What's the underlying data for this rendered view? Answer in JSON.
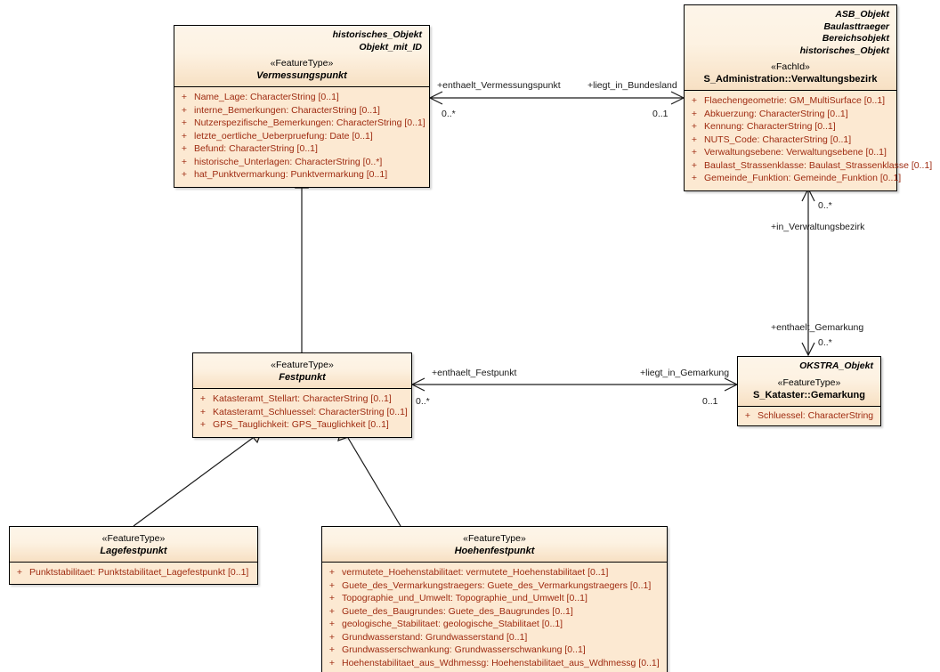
{
  "diagram": {
    "type": "uml-class-diagram",
    "title": "Vermessungspunkt / Festpunkt UML class diagram"
  },
  "classes": [
    {
      "id": "vermessungspunkt",
      "parents": [
        "historisches_Objekt",
        "Objekt_mit_ID"
      ],
      "stereotype": "«FeatureType»",
      "name": "Vermessungspunkt",
      "name_italic": true,
      "attributes": [
        {
          "vis": "+",
          "text": "Name_Lage: CharacterString [0..1]"
        },
        {
          "vis": "+",
          "text": "interne_Bemerkungen: CharacterString [0..1]"
        },
        {
          "vis": "+",
          "text": "Nutzerspezifische_Bemerkungen: CharacterString [0..1]"
        },
        {
          "vis": "+",
          "text": "letzte_oertliche_Ueberpruefung: Date [0..1]"
        },
        {
          "vis": "+",
          "text": "Befund: CharacterString [0..1]"
        },
        {
          "vis": "+",
          "text": "historische_Unterlagen: CharacterString [0..*]"
        },
        {
          "vis": "+",
          "text": "hat_Punktvermarkung: Punktvermarkung [0..1]"
        }
      ]
    },
    {
      "id": "verwaltungsbezirk",
      "parents": [
        "ASB_Objekt",
        "Baulasttraeger",
        "Bereichsobjekt",
        "historisches_Objekt"
      ],
      "stereotype": "«FachId»",
      "name": "S_Administration::Verwaltungsbezirk",
      "name_italic": false,
      "attributes": [
        {
          "vis": "+",
          "text": "Flaechengeometrie: GM_MultiSurface [0..1]"
        },
        {
          "vis": "+",
          "text": "Abkuerzung: CharacterString [0..1]"
        },
        {
          "vis": "+",
          "text": "Kennung: CharacterString [0..1]"
        },
        {
          "vis": "+",
          "text": "NUTS_Code: CharacterString [0..1]"
        },
        {
          "vis": "+",
          "text": "Verwaltungsebene: Verwaltungsebene [0..1]"
        },
        {
          "vis": "+",
          "text": "Baulast_Strassenklasse: Baulast_Strassenklasse [0..1]"
        },
        {
          "vis": "+",
          "text": "Gemeinde_Funktion: Gemeinde_Funktion [0..1]"
        }
      ]
    },
    {
      "id": "festpunkt",
      "parents": [],
      "stereotype": "«FeatureType»",
      "name": "Festpunkt",
      "name_italic": true,
      "attributes": [
        {
          "vis": "+",
          "text": "Katasteramt_Stellart: CharacterString [0..1]"
        },
        {
          "vis": "+",
          "text": "Katasteramt_Schluessel: CharacterString [0..1]"
        },
        {
          "vis": "+",
          "text": "GPS_Tauglichkeit: GPS_Tauglichkeit [0..1]"
        }
      ]
    },
    {
      "id": "gemarkung",
      "parents": [
        "OKSTRA_Objekt"
      ],
      "stereotype": "«FeatureType»",
      "name": "S_Kataster::Gemarkung",
      "name_italic": false,
      "attributes": [
        {
          "vis": "+",
          "text": "Schluessel: CharacterString"
        }
      ]
    },
    {
      "id": "lagefestpunkt",
      "parents": [],
      "stereotype": "«FeatureType»",
      "name": "Lagefestpunkt",
      "name_italic": true,
      "attributes": [
        {
          "vis": "+",
          "text": "Punktstabilitaet: Punktstabilitaet_Lagefestpunkt [0..1]"
        }
      ]
    },
    {
      "id": "hoehenfestpunkt",
      "parents": [],
      "stereotype": "«FeatureType»",
      "name": "Hoehenfestpunkt",
      "name_italic": true,
      "attributes": [
        {
          "vis": "+",
          "text": "vermutete_Hoehenstabilitaet: vermutete_Hoehenstabilitaet [0..1]"
        },
        {
          "vis": "+",
          "text": "Guete_des_Vermarkungstraegers: Guete_des_Vermarkungstraegers [0..1]"
        },
        {
          "vis": "+",
          "text": "Topographie_und_Umwelt: Topographie_und_Umwelt [0..1]"
        },
        {
          "vis": "+",
          "text": "Guete_des_Baugrundes: Guete_des_Baugrundes [0..1]"
        },
        {
          "vis": "+",
          "text": "geologische_Stabilitaet: geologische_Stabilitaet [0..1]"
        },
        {
          "vis": "+",
          "text": "Grundwasserstand: Grundwasserstand [0..1]"
        },
        {
          "vis": "+",
          "text": "Grundwasserschwankung: Grundwasserschwankung [0..1]"
        },
        {
          "vis": "+",
          "text": "Hoehenstabilitaet_aus_Wdhmessg: Hoehenstabilitaet_aus_Wdhmessg [0..1]"
        }
      ]
    }
  ],
  "associations": [
    {
      "id": "vermessungspunkt-verwaltungsbezirk",
      "source_role": "+enthaelt_Vermessungspunkt",
      "source_mult": "0..*",
      "target_role": "+liegt_in_Bundesland",
      "target_mult": "0..1"
    },
    {
      "id": "verwaltungsbezirk-gemarkung",
      "source_role": "+in_Verwaltungsbezirk",
      "source_mult": "0..*",
      "target_role": "+enthaelt_Gemarkung",
      "target_mult": "0..*"
    },
    {
      "id": "festpunkt-gemarkung",
      "source_role": "+enthaelt_Festpunkt",
      "source_mult": "0..*",
      "target_role": "+liegt_in_Gemarkung",
      "target_mult": "0..1"
    }
  ],
  "generalizations": [
    {
      "id": "festpunkt-to-vermessungspunkt",
      "from": "Festpunkt",
      "to": "Vermessungspunkt"
    },
    {
      "id": "lagefestpunkt-to-festpunkt",
      "from": "Lagefestpunkt",
      "to": "Festpunkt"
    },
    {
      "id": "hoehenfestpunkt-to-festpunkt",
      "from": "Hoehenfestpunkt",
      "to": "Festpunkt"
    }
  ],
  "colors": {
    "box_fill": "#fce9d2",
    "header_fill": "#fdf3e4",
    "border": "#000000",
    "attribute_text": "#9e2a10",
    "label_text": "#1a1a1a"
  }
}
